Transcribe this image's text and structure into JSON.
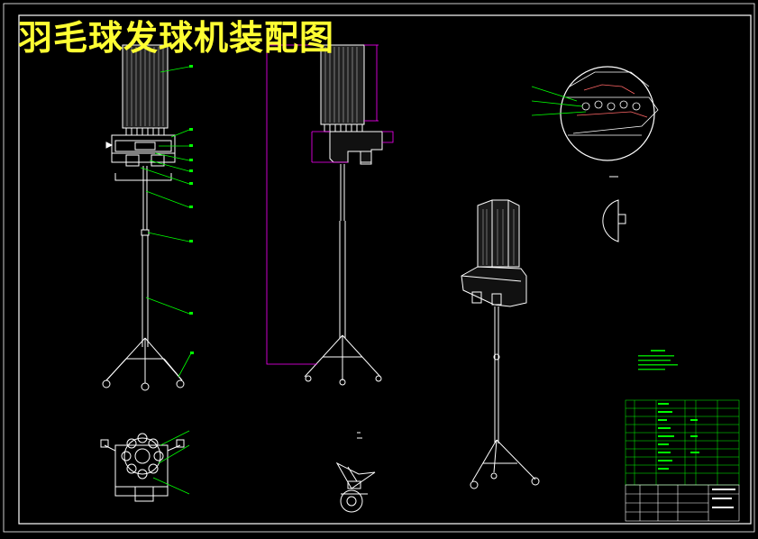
{
  "drawing": {
    "title": "羽毛球发球机装配图",
    "colors": {
      "background": "#000000",
      "outline": "#ffffff",
      "leader": "#00ff00",
      "dimension": "#ff00ff",
      "title": "#ffff33",
      "detail": "#ff6666"
    },
    "views": [
      "front-view",
      "side-view",
      "isometric-view",
      "top-view",
      "detail-view-a",
      "caster-detail",
      "technical-notes",
      "title-block"
    ]
  }
}
